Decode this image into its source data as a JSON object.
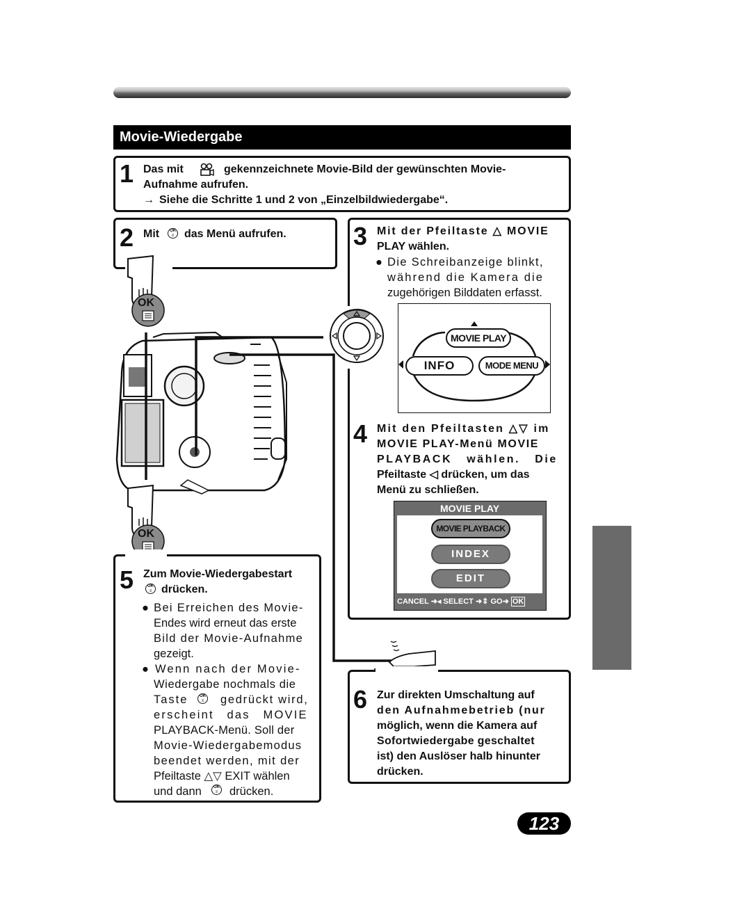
{
  "header": {
    "title": "Movie-Wiedergabe"
  },
  "step1": {
    "number": "1",
    "line1_a": "Das mit",
    "line1_b": "gekennzeichnete Movie-Bild der gewünschten Movie-",
    "line2": "Aufnahme aufrufen.",
    "arrow": "→",
    "line3": "Siehe die Schritte 1 und 2 von „Einzelbildwiedergabe“."
  },
  "step2": {
    "number": "2",
    "text_a": "Mit",
    "text_b": "das Menü aufrufen."
  },
  "step3": {
    "number": "3",
    "title_l1": "Mit der Pfeiltaste △ MOVIE",
    "title_l2": "PLAY wählen.",
    "bullet_l1": "● Die Schreibanzeige blinkt,",
    "bullet_l2": "während die Kamera die",
    "bullet_l3": "zugehörigen Bilddaten erfasst."
  },
  "step4": {
    "number": "4",
    "l1": "Mit den Pfeiltasten △▽ im",
    "l2": "MOVIE PLAY-Menü MOVIE",
    "l3": "PLAYBACK wählen. Die",
    "l4": "Pfeiltaste ◁ drücken, um das",
    "l5": "Menü zu schließen."
  },
  "step5": {
    "number": "5",
    "title_l1": "Zum Movie-Wiedergabestart",
    "title_l2": "drücken.",
    "b1_l1": "● Bei Erreichen des Movie-",
    "b1_l2": "Endes wird erneut das erste",
    "b1_l3": "Bild der Movie-Aufnahme",
    "b1_l4": "gezeigt.",
    "b2_l1": "● Wenn nach der Movie-",
    "b2_l2": "Wiedergabe nochmals die",
    "b2_l3a": "Taste",
    "b2_l3b": "gedrückt wird,",
    "b2_l4": "erscheint das MOVIE",
    "b2_l5": "PLAYBACK-Menü. Soll der",
    "b2_l6": "Movie-Wiedergabemodus",
    "b2_l7": "beendet werden, mit der",
    "b2_l8": "Pfeiltaste △▽ EXIT wählen",
    "b2_l9a": "und dann",
    "b2_l9b": "drücken."
  },
  "step6": {
    "number": "6",
    "l1": "Zur direkten Umschaltung auf",
    "l2": "den Aufnahmebetrieb (nur",
    "l3": "möglich, wenn die Kamera auf",
    "l4": "Sofortwiedergabe geschaltet",
    "l5": "ist) den Auslöser halb hinunter",
    "l6": "drücken."
  },
  "ok_button": {
    "label": "OK"
  },
  "screen1": {
    "top": "MOVIE PLAY",
    "left": "INFO",
    "right": "MODE MENU"
  },
  "screen2": {
    "header": "MOVIE PLAY",
    "item1": "MOVIE PLAYBACK",
    "item2": "INDEX",
    "item3": "EDIT",
    "footer_cancel": "CANCEL",
    "footer_select": "SELECT",
    "footer_go": "GO",
    "footer_ok": "OK"
  },
  "page_number": "123",
  "colors": {
    "ink": "#111111",
    "tab_gray": "#6a6a6a",
    "lcd_gray": "#6b6b6b"
  }
}
